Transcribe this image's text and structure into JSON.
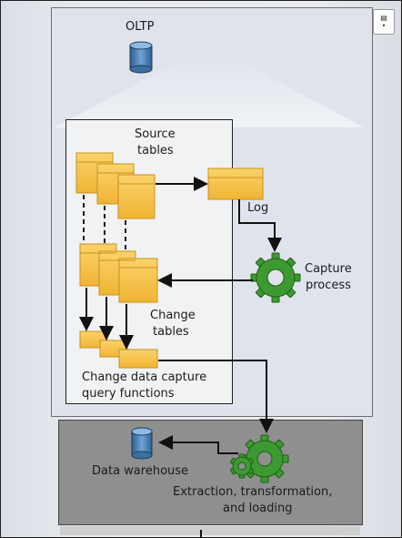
{
  "labels": {
    "oltp": "OLTP",
    "source_tables_line1": "Source",
    "source_tables_line2": "tables",
    "log": "Log",
    "capture_line1": "Capture",
    "capture_line2": "process",
    "change_tables_line1": "Change",
    "change_tables_line2": "tables",
    "query_functions_line1": "Change data capture",
    "query_functions_line2": "query functions",
    "data_warehouse": "Data warehouse",
    "etl_line1": "Extraction, transformation,",
    "etl_line2": "and loading"
  },
  "colors": {
    "table_fill": "#f7c24a",
    "table_border": "#c8911c",
    "gear": "#3c9a31",
    "database": "#4f83b7",
    "warehouse_panel": "#8f8f8f"
  },
  "icons": [
    "database-icon",
    "table-icon",
    "gear-icon"
  ]
}
